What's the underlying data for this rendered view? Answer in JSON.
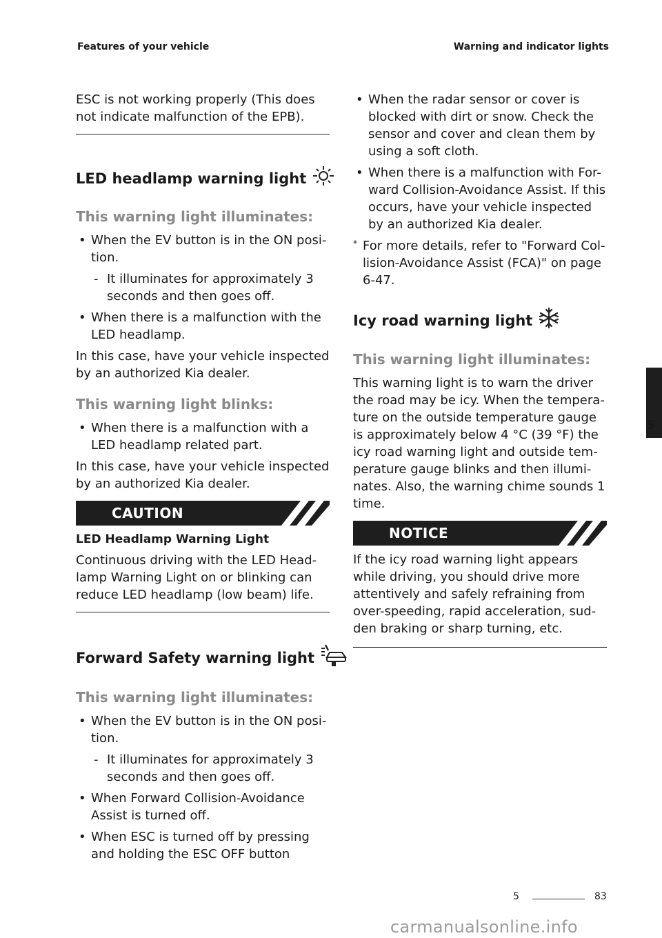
{
  "header": {
    "left": "Features of your vehicle",
    "right": "Warning and indicator lights"
  },
  "left": {
    "intro": "ESC is not working properly (This does not indicate malfunction of the EPB).",
    "led": {
      "title": "LED headlamp warning light",
      "illum_heading": "This warning light illuminates:",
      "bullet1": "When the EV button is in the ON posi-tion.",
      "sub1": "It illuminates for approximately 3 seconds and then goes off.",
      "bullet2": "When there is a malfunction with the LED headlamp.",
      "para1": "In this case, have your vehicle inspected by an authorized Kia dealer.",
      "blink_heading": "This warning light blinks:",
      "bullet3": "When there is a malfunction with a LED headlamp related part.",
      "para2": "In this case, have your vehicle inspected by an authorized Kia dealer."
    },
    "caution": {
      "label": "CAUTION",
      "title": "LED Headlamp Warning Light",
      "text": "Continuous driving with the LED Head-lamp Warning Light on or blinking can reduce LED headlamp (low beam) life."
    },
    "fs": {
      "title": "Forward Safety warning light",
      "illum_heading": "This warning light illuminates:",
      "bullet1": "When the EV button is in the ON posi-tion.",
      "sub1": "It illuminates for approximately 3 seconds and then goes off.",
      "bullet2": "When Forward Collision-Avoidance Assist is turned off.",
      "bullet3": "When ESC is turned off by pressing and holding the ESC OFF button"
    }
  },
  "right": {
    "bullet1": "When the radar sensor or cover is blocked with dirt or snow. Check the sensor and cover and clean them by using a soft cloth.",
    "bullet2": "When there is a malfunction with For-ward Collision-Avoidance Assist. If this occurs, have your vehicle inspected by an authorized Kia dealer.",
    "note_mark": "*",
    "note": "For more details, refer to \"Forward Col-lision-Avoidance Assist (FCA)\" on page 6-47.",
    "icy": {
      "title": "Icy road warning light",
      "illum_heading": "This warning light illuminates:",
      "text": "This warning light is to warn the driver the road may be icy. When the tempera-ture on the outside temperature gauge is approximately below 4 °C (39 °F) the icy road warning light and outside tem-perature gauge blinks and then illumi-nates. Also, the warning chime sounds 1 time."
    },
    "notice": {
      "label": "NOTICE",
      "text": "If the icy road warning light appears while driving, you should drive more attentively and safely refraining from over-speeding, rapid acceleration, sud-den braking or sharp turning, etc."
    }
  },
  "side_tab": "5",
  "footer": {
    "chapter": "5",
    "page": "83"
  },
  "watermark": "carmanualsonline.info",
  "icons": {
    "led": "led-headlamp-icon",
    "forward_safety": "forward-safety-icon",
    "icy": "snowflake-icon",
    "caution": "warning-triangle-icon",
    "notice": "asterisk-icon"
  }
}
